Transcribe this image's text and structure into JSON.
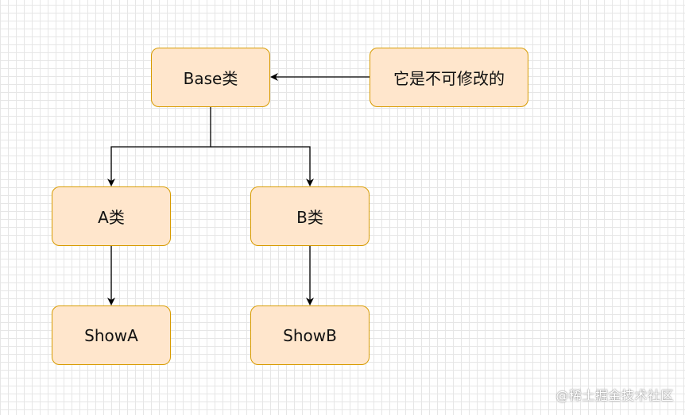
{
  "diagram": {
    "nodes": {
      "base": "Base类",
      "note": "它是不可修改的",
      "class_a": "A类",
      "class_b": "B类",
      "show_a": "ShowA",
      "show_b": "ShowB"
    }
  },
  "watermark": "@稀土掘金技术社区",
  "colors": {
    "node_fill": "#ffe6cc",
    "node_border": "#d79b00",
    "edge": "#000000",
    "grid": "#e6e6e6"
  }
}
